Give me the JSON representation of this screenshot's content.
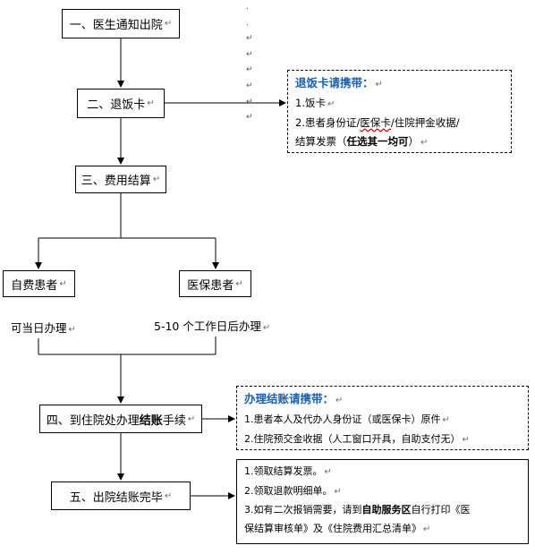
{
  "steps": {
    "s1": "一、医生通知出院",
    "s2": "二、退饭卡",
    "s3": "三、费用结算",
    "s4a": "四、到住院处办理",
    "s4b": "结账",
    "s4c": "手续",
    "s5": "五、出院结账完毕"
  },
  "branches": {
    "self_pay": "自费患者",
    "insured": "医保患者",
    "self_pay_note": "可当日办理",
    "insured_note": "5-10 个工作日后办理"
  },
  "meal_card_note": {
    "title": "退饭卡请携带：",
    "line1": "1.饭卡",
    "line2a": "2.患者身份证/",
    "line2b": "医保卡",
    "line2c": "/住院押金收据/",
    "line3a": "结算发票（",
    "line3b": "任选其一均可",
    "line3c": "）"
  },
  "checkout_note": {
    "title": "办理结账请携带：",
    "line1": "1.患者本人及代办人身份证（或医保卡）原件",
    "line2": "2.住院预交金收据（人工窗口开具，自助支付无）"
  },
  "finish_note": {
    "line1": "1.领取结算发票。",
    "line2": "2.领取退款明细单。",
    "line3a": "3.如有二次报销需要，请到",
    "line3b": "自助服务区",
    "line3c": "自行打印《医",
    "line4": "保结算审核单》及《住院费用汇总清单》"
  },
  "paragraph_mark": "↵",
  "colors": {
    "title_blue": "#1a5fa8",
    "spell_underline": "#c00000",
    "mark_gray": "#6b6b6b"
  }
}
